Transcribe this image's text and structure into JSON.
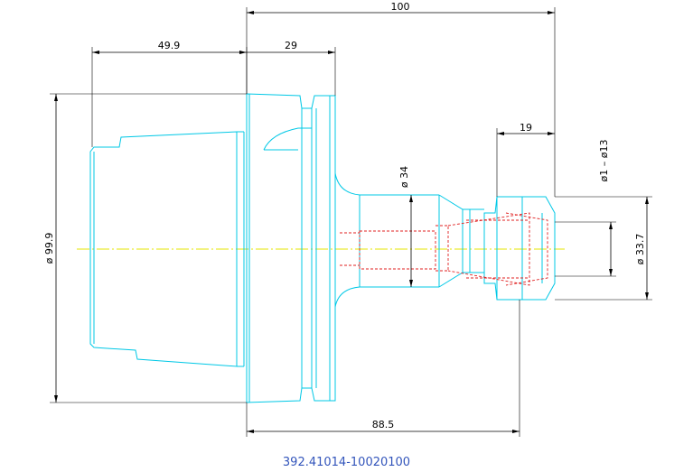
{
  "colors": {
    "outline": "#00c8e6",
    "hidden": "#e02020",
    "center": "#e6e600",
    "dimension": "#000000",
    "label": "#3355bb"
  },
  "dimensions": {
    "overall_length": "100",
    "flange_to_back": "49.9",
    "flange_width": "29",
    "collet_nut_length": "19",
    "shank_to_nose": "88.5",
    "diameter_body": "ø 99.9",
    "diameter_neck": "ø 34",
    "diameter_nut": "ø 33.7",
    "clamp_range": "ø1 – ø13"
  },
  "part_number": "392.41014-10020100"
}
